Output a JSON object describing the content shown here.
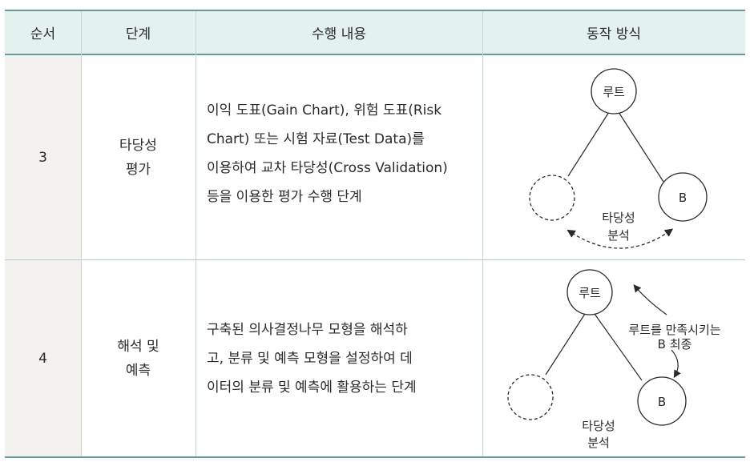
{
  "headers": {
    "order": "순서",
    "stage": "단계",
    "task": "수행 내용",
    "method": "동작 방식"
  },
  "rows": [
    {
      "order": "3",
      "stage_line1": "타당성",
      "stage_line2": "평가",
      "desc_lines": [
        "이익 도표(Gain Chart), 위험 도표(Risk",
        "Chart) 또는 시험 자료(Test Data)를",
        "이용하여 교차 타당성(Cross Validation)",
        "등을 이용한 평가 수행 단계"
      ],
      "diagram": {
        "root_label": "루트",
        "node_b_label": "B",
        "arrow_label_line1": "타당성",
        "arrow_label_line2": "분석"
      }
    },
    {
      "order": "4",
      "stage_line1": "해석 및",
      "stage_line2": "예측",
      "desc_lines": [
        "구축된 의사결정나무 모형을 해석하",
        "고, 분류 및 예측 모형을 설정하여 데",
        "이터의 분류 및 예측에 활용하는 단계"
      ],
      "diagram": {
        "root_label": "루트",
        "node_b_label": "B",
        "arrow_label_line1": "루트를 만족시키는",
        "arrow_label_line2": "B 최종",
        "bottom_label_line1": "타당성",
        "bottom_label_line2": "분석"
      }
    }
  ]
}
